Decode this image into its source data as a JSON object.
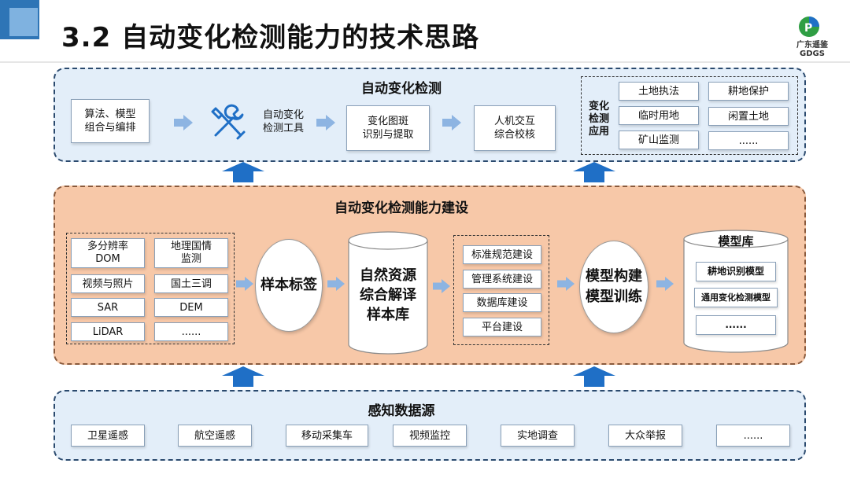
{
  "header": {
    "title": "3.2 自动变化检测能力的技术思路",
    "logo_text": "广东遥鉴",
    "logo_sub": "GDGS"
  },
  "top": {
    "title": "自动变化检测",
    "flow": {
      "algo": "算法、模型\n组合与编排",
      "tool": "自动变化\n检测工具",
      "extract": "变化图斑\n识别与提取",
      "verify": "人机交互\n综合校核"
    },
    "apps_label": "变化\n检测\n应用",
    "apps": [
      "土地执法",
      "耕地保护",
      "临时用地",
      "闲置土地",
      "矿山监测",
      "......"
    ]
  },
  "middle": {
    "title": "自动变化检测能力建设",
    "sources": [
      "多分辨率\nDOM",
      "地理国情\n监测",
      "视频与照片",
      "国土三调",
      "SAR",
      "DEM",
      "LiDAR",
      "......"
    ],
    "label_node": "样本标签",
    "library": "自然资源\n综合解译\n样本库",
    "build": [
      "标准规范建设",
      "管理系统建设",
      "数据库建设",
      "平台建设"
    ],
    "model_node": "模型构建\n模型训练",
    "model_lib_title": "模型库",
    "models": [
      "耕地识别模型",
      "通用变化检测模型",
      "......"
    ]
  },
  "bottom": {
    "title": "感知数据源",
    "items": [
      "卫星遥感",
      "航空遥感",
      "移动采集车",
      "视频监控",
      "实地调查",
      "大众举报",
      "......"
    ]
  },
  "colors": {
    "accent_blue": "#2e75b6",
    "panel_blue": "#e3eef9",
    "panel_orange": "#f7c8a8",
    "arrow_light": "#8db4e2",
    "arrow_dark": "#1f6fc6"
  }
}
